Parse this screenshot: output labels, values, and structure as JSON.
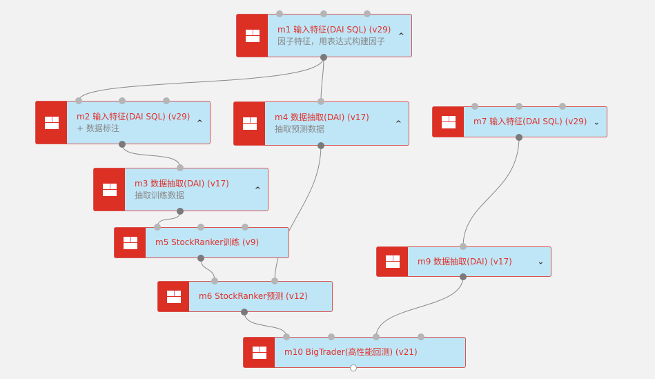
{
  "nodes": [
    {
      "id": "m1",
      "title": "m1 输入特征(DAI SQL) (v29)",
      "subtitle": "因子特征，用表达式构建因子",
      "toggle": "^"
    },
    {
      "id": "m2",
      "title": "m2 输入特征(DAI SQL) (v29)",
      "subtitle": "+ 数据标注",
      "toggle": "^"
    },
    {
      "id": "m4",
      "title": "m4 数据抽取(DAI) (v17)",
      "subtitle": "抽取预测数据",
      "toggle": "^"
    },
    {
      "id": "m7",
      "title": "m7 输入特征(DAI SQL) (v29)",
      "toggle": "⌄"
    },
    {
      "id": "m3",
      "title": "m3 数据抽取(DAI) (v17)",
      "subtitle": "抽取训练数据",
      "toggle": "^"
    },
    {
      "id": "m5",
      "title": "m5 StockRanker训练 (v9)"
    },
    {
      "id": "m9",
      "title": "m9 数据抽取(DAI) (v17)",
      "toggle": "⌄"
    },
    {
      "id": "m6",
      "title": "m6 StockRanker预测 (v12)"
    },
    {
      "id": "m10",
      "title": "m10 BigTrader(高性能回测) (v21)"
    }
  ],
  "colors": {
    "accent": "#dc3025",
    "node_bg": "#bfe6f7",
    "title": "#e0302a"
  }
}
